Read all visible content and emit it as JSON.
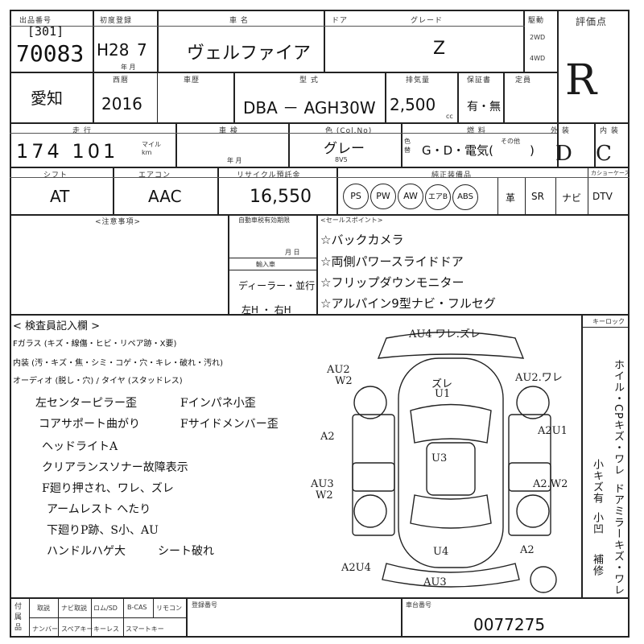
{
  "header": {
    "lot_label": "[301]",
    "lot_number": "70083",
    "reg_label": "初度登録",
    "reg_era": "H28",
    "reg_month": "7",
    "reg_units": "年 月",
    "name_label": "車 名",
    "car_name": "ヴェルファイア",
    "door_label": "ドア",
    "grade_label": "グレード",
    "grade": "Z",
    "drive_label": "駆動",
    "drive_2wd": "2WD",
    "drive_4wd": "4WD",
    "score_label": "評価点",
    "score": "R"
  },
  "row2": {
    "region": "愛知",
    "year_label": "西暦",
    "year": "2016",
    "reg_mark_label": "車歴",
    "model_label": "型 式",
    "model": "DBA － AGH30W",
    "displacement_label": "排気量",
    "displacement": "2,500",
    "cc": "cc",
    "warranty_label": "保証書",
    "warranty": "有・無",
    "capacity_label": "定員"
  },
  "row3": {
    "mileage_label": "走 行",
    "mileage": "174 101",
    "mileage_units": "マイル km",
    "inspection_label": "車 検",
    "inspection_units": "年 月",
    "color_label": "色 (Col.No)",
    "color": "グレー",
    "color_code": "8V5",
    "repaint_label": "色替",
    "fuel_label": "燃 料",
    "fuel_options": "G・D・電気(　　　)",
    "fuel_other": "その他",
    "exterior_label": "外 装",
    "exterior": "D",
    "interior_label": "内 装",
    "interior": "C"
  },
  "row4": {
    "shift_label": "シフト",
    "shift": "AT",
    "ac_label": "エアコン",
    "ac": "AAC",
    "recycle_label": "リサイクル預託金",
    "recycle": "16,550",
    "equip_label": "純正装備品",
    "equipment": [
      "PS",
      "PW",
      "AW",
      "エアB",
      "ABS"
    ],
    "extra_equipment": [
      "革",
      "SR",
      "ナビ",
      "DTV"
    ],
    "navi_label": "カショーケース"
  },
  "row5": {
    "caution_label": "<注意事項>",
    "expiry_label": "自動車税有効期限",
    "expiry_units": "月 日",
    "import_label": "輸入車",
    "import_dealer": "ディーラー・並行",
    "steering": "左H ・ 右H",
    "selling_label": "<セールスポイント>",
    "selling_points": [
      "☆バックカメラ",
      "☆両側パワースライドドア",
      "☆フリップダウンモニター",
      "☆アルパイン9型ナビ・フルセグ"
    ]
  },
  "inspection": {
    "title": "< 検査員記入欄 >",
    "glass_line": "Fガラス (キズ・線傷・ヒビ・リペア跡・X要)",
    "interior_line": "内装 (汚・キズ・焦・シミ・コゲ・穴・キレ・破れ・汚れ)",
    "audio_line": "オーディオ (脱し・穴) / タイヤ (スタッドレス)",
    "notes_left": [
      "左センターピラー歪",
      "コアサポート曲がり",
      "ヘッドライトA",
      "クリアランスソナー故障表示",
      "F廻り押され、ワレ、ズレ",
      "アームレスト へたり",
      "下廻りP跡、S小、AU",
      "ハンドルハゲ大"
    ],
    "notes_right": [
      "Fインパネ小歪",
      "Fサイドメンバー歪",
      "シート破れ"
    ]
  },
  "diagram": {
    "keyless_label": "キーロック",
    "marks": {
      "top": "AU4 ワレ.ズレ",
      "top_left": "AU2",
      "top_left_w": "W2",
      "hood": "ズレ",
      "hood_u": "U1",
      "top_right": "AU2.ワレ",
      "left_mid": "A2",
      "right_mid": "A2U1",
      "center": "U3",
      "left_low": "AU3",
      "left_low_w": "W2",
      "right_low": "A2.W2",
      "rear_center": "U4",
      "bottom_left": "A2U4",
      "bottom_right": "A2",
      "bottom": "AU3"
    },
    "side_text": [
      "ホイル・CPキズ・ワレ",
      "小キズ有",
      "ドアミラーキズ・ワレ",
      "小凹",
      "補修"
    ]
  },
  "footer": {
    "labels_top": [
      "取説",
      "ナビ取説",
      "ロム/SD",
      "B-CAS",
      "リモコン"
    ],
    "labels_bottom": [
      "ナンバー",
      "スペアキー",
      "キーレス",
      "スマートキー"
    ],
    "left_vert": "付属品",
    "reg_num_label": "登録番号",
    "chassis_label": "車台番号",
    "chassis_number": "0077275"
  }
}
